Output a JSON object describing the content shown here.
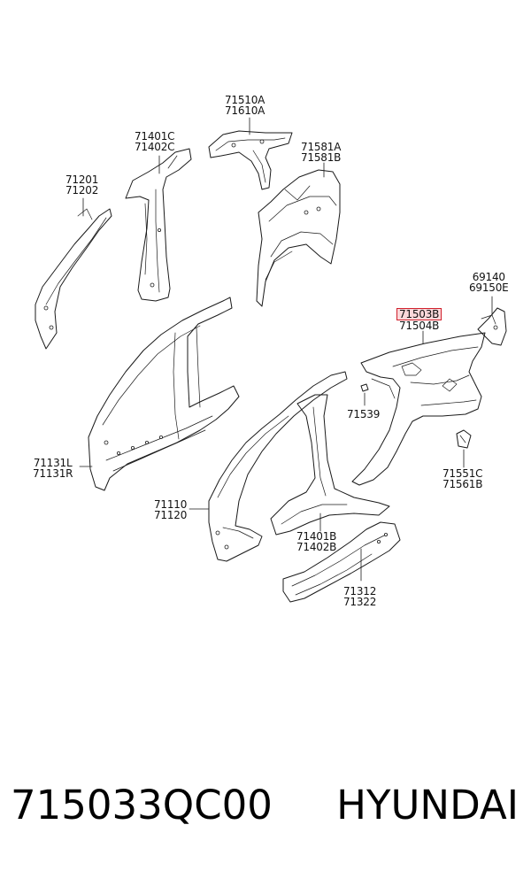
{
  "labels": {
    "l71510": {
      "line1": "71510A",
      "line2": "71610A"
    },
    "l71401c": {
      "line1": "71401C",
      "line2": "71402C"
    },
    "l71581": {
      "line1": "71581A",
      "line2": "71581B"
    },
    "l71201": {
      "line1": "71201",
      "line2": "71202"
    },
    "l69140": {
      "line1": "69140",
      "line2": "69150E"
    },
    "l71503": {
      "line1": "71503B",
      "line2": "71504B"
    },
    "l71539": {
      "line1": "71539"
    },
    "l71131": {
      "line1": "71131L",
      "line2": "71131R"
    },
    "l71551": {
      "line1": "71551C",
      "line2": "71561B"
    },
    "l71110": {
      "line1": "71110",
      "line2": "71120"
    },
    "l71401b": {
      "line1": "71401B",
      "line2": "71402B"
    },
    "l71312": {
      "line1": "71312",
      "line2": "71322"
    }
  },
  "highlight": {
    "color": "#d0202c",
    "fill": "#fbd8da"
  },
  "footer": {
    "part_number": "715033QC00",
    "brand": "HYUNDAI"
  }
}
